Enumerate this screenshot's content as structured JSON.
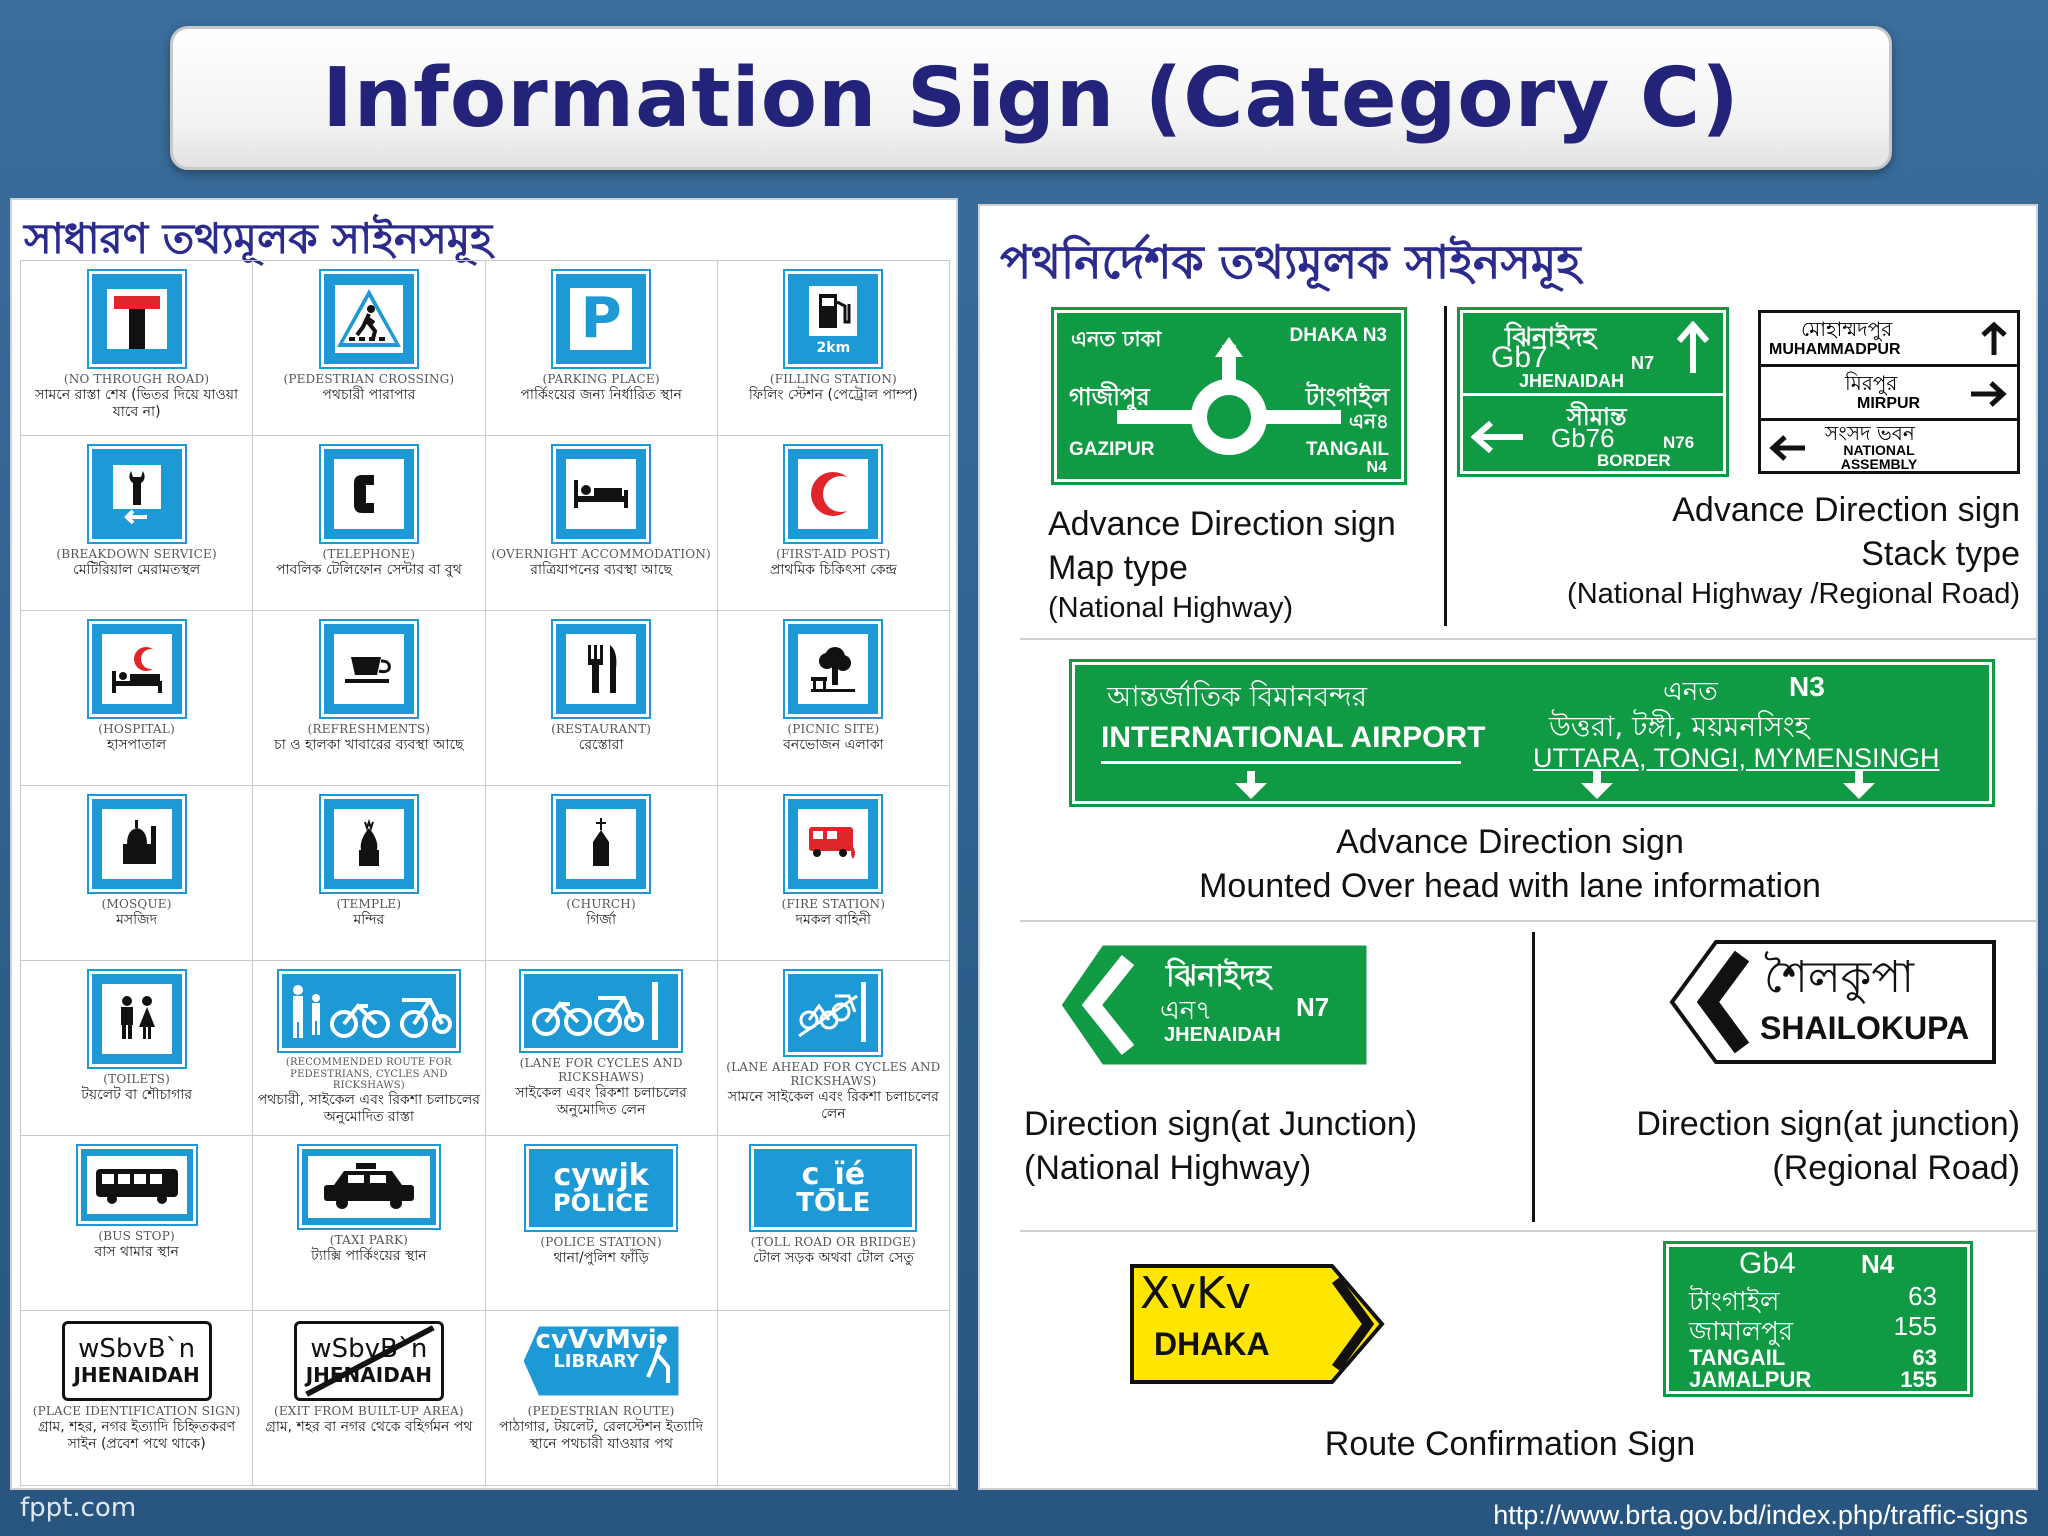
{
  "title": "Information Sign (Category C)",
  "left": {
    "heading": "সাধারণ তথ্যমূলক সাইনসমূহ",
    "signs": [
      {
        "en": "(NO THROUGH ROAD)",
        "bn": "সামনে রাস্তা শেষ (ভিতর দিয়ে যাওয়া যাবে না)",
        "icon": "no-through-road-icon"
      },
      {
        "en": "(PEDESTRIAN CROSSING)",
        "bn": "পথচারী পারাপার",
        "icon": "pedestrian-crossing-icon"
      },
      {
        "en": "(PARKING PLACE)",
        "bn": "পার্কিংয়ের জন্য নির্ধারিত স্থান",
        "icon": "parking-icon",
        "glyph": "P"
      },
      {
        "en": "(FILLING STATION)",
        "bn": "ফিলিং স্টেশন (পেট্রোল পাম্প)",
        "icon": "fuel-pump-icon",
        "sub": "2km"
      },
      {
        "en": "(BREAKDOWN SERVICE)",
        "bn": "মেটিরিয়াল মেরামতস্থল",
        "icon": "wrench-icon"
      },
      {
        "en": "(TELEPHONE)",
        "bn": "পাবলিক টেলিফোন সেন্টার বা বুথ",
        "icon": "telephone-icon"
      },
      {
        "en": "(OVERNIGHT ACCOMMODATION)",
        "bn": "রাত্রিযাপনের ব্যবস্থা আছে",
        "icon": "bed-icon"
      },
      {
        "en": "(FIRST-AID POST)",
        "bn": "প্রাথমিক চিকিৎসা কেন্দ্র",
        "icon": "red-crescent-icon"
      },
      {
        "en": "(HOSPITAL)",
        "bn": "হাসপাতাল",
        "icon": "hospital-icon"
      },
      {
        "en": "(REFRESHMENTS)",
        "bn": "চা ও হালকা খাবারের ব্যবস্থা আছে",
        "icon": "coffee-cup-icon"
      },
      {
        "en": "(RESTAURANT)",
        "bn": "রেস্তোরা",
        "icon": "fork-knife-icon"
      },
      {
        "en": "(PICNIC SITE)",
        "bn": "বনভোজন এলাকা",
        "icon": "tree-icon"
      },
      {
        "en": "(MOSQUE)",
        "bn": "মসজিদ",
        "icon": "mosque-icon"
      },
      {
        "en": "(TEMPLE)",
        "bn": "মন্দির",
        "icon": "temple-icon"
      },
      {
        "en": "(CHURCH)",
        "bn": "গির্জা",
        "icon": "church-icon"
      },
      {
        "en": "(FIRE STATION)",
        "bn": "দমকল বাহিনী",
        "icon": "fire-truck-icon"
      },
      {
        "en": "(TOILETS)",
        "bn": "টয়লেট বা শৌচাগার",
        "icon": "toilets-icon"
      },
      {
        "en": "(RECOMMENDED ROUTE FOR PEDESTRIANS, CYCLES AND RICKSHAWS)",
        "bn": "পথচারী, সাইকেল এবং রিকশা চলাচলের অনুমোদিত রাস্তা",
        "icon": "pedestrian-cycle-rickshaw-icon"
      },
      {
        "en": "(LANE FOR CYCLES AND RICKSHAWS)",
        "bn": "সাইকেল এবং রিকশা চলাচলের অনুমোদিত লেন",
        "icon": "cycle-lane-icon"
      },
      {
        "en": "(LANE AHEAD FOR CYCLES AND RICKSHAWS)",
        "bn": "সামনে সাইকেল এবং রিকশা চলাচলের লেন",
        "icon": "cycle-lane-ahead-icon"
      },
      {
        "en": "(BUS STOP)",
        "bn": "বাস থামার স্থান",
        "icon": "bus-icon"
      },
      {
        "en": "(TAXI PARK)",
        "bn": "ট্যাক্সি পার্কিংয়ের স্থান",
        "icon": "taxi-icon"
      },
      {
        "en": "(POLICE STATION)",
        "bn": "থানা/পুলিশ ফাঁড়ি",
        "icon": "police-icon",
        "t1": "cywjk",
        "t2": "POLICE"
      },
      {
        "en": "(TOLL ROAD OR BRIDGE)",
        "bn": "টোল সড়ক অথবা টোল সেতু",
        "icon": "toll-icon",
        "t1": "c_ïé",
        "t2": "TOLE"
      },
      {
        "en": "(PLACE IDENTIFICATION SIGN)",
        "bn": "গ্রাম, শহর, নগর ইত্যাদি চিহ্নিতকরণ সাইন (প্রবেশ পথে থাকে)",
        "icon": "place-identification-icon",
        "t1": "wSbvB`n",
        "t2": "JHENAIDAH"
      },
      {
        "en": "(EXIT FROM BUILT-UP AREA)",
        "bn": "গ্রাম, শহর বা নগর থেকে বহির্গমন পথ",
        "icon": "exit-built-up-area-icon",
        "t1": "wSbvB`n",
        "t2": "JHENAIDAH"
      },
      {
        "en": "(PEDESTRIAN ROUTE)",
        "bn": "পাঠাগার, টয়লেট, রেলস্টেশন ইত্যাদি স্থানে পথচারী যাওয়ার পথ",
        "icon": "pedestrian-route-icon",
        "t1": "cvVvMvi",
        "t2": "LIBRARY"
      }
    ]
  },
  "right": {
    "heading": "পথনির্দেশক তথ্যমূলক সাইনসমূহ",
    "map_sign": {
      "tl_bn": "এনত ঢাকা",
      "tr": "DHAKA N3",
      "ml_bn": "গাজীপুর",
      "mr_bn": "টাংগাইল",
      "mr2_bn": "এন৪",
      "bl": "GAZIPUR",
      "br": "TANGAIL",
      "br2": "N4"
    },
    "map_caption": {
      "line1": "Advance Direction sign",
      "line2": "Map type",
      "line3": "(National Highway)"
    },
    "stack_green": {
      "top_bn": "ঝিনাইদহ",
      "top_code": "Gb7",
      "top_n": "N7",
      "top_en": "JHENAIDAH",
      "bot_bn": "সীমান্ত",
      "bot_code": "Gb76",
      "bot_n": "N76",
      "bot_en": "BORDER"
    },
    "stack_white": {
      "r1_bn": "মোহাম্মদপুর",
      "r1_en": "MUHAMMADPUR",
      "r2_bn": "মিরপুর",
      "r2_en": "MIRPUR",
      "r3_bn": "সংসদ ভবন",
      "r3_en": "NATIONAL ASSEMBLY"
    },
    "stack_caption": {
      "line1": "Advance Direction sign",
      "line2": "Stack type",
      "line3": "(National Highway /Regional Road)"
    },
    "overhead": {
      "left_bn": "আন্তর্জাতিক বিমানবন্দর",
      "left_en": "INTERNATIONAL AIRPORT",
      "right_code_bn": "এনত",
      "right_code": "N3",
      "right_bn": "উত্তরা, টঙ্গী, ময়মনসিংহ",
      "right_en": "UTTARA, TONGI, MYMENSINGH"
    },
    "overhead_caption": {
      "line1": "Advance Direction sign",
      "line2": "Mounted Over head with lane information"
    },
    "junction_nh": {
      "bn": "ঝিনাইদহ",
      "code_bn": "এন৭",
      "code": "N7",
      "en": "JHENAIDAH"
    },
    "junction_nh_caption": {
      "line1": "Direction sign(at Junction)",
      "line2": "(National Highway)"
    },
    "junction_rr": {
      "bn": "শৈলকুপা",
      "en": "SHAILOKUPA"
    },
    "junction_rr_caption": {
      "line1": "Direction sign(at junction)",
      "line2": "(Regional Road)"
    },
    "yellow": {
      "t1": "XvKv",
      "t2": "DHAKA"
    },
    "route": {
      "code": "Gb4",
      "n": "N4",
      "rows": [
        {
          "name_bn": "টাংগাইল",
          "km": "63"
        },
        {
          "name_bn": "জামালপুর",
          "km": "155"
        },
        {
          "name": "TANGAIL",
          "km": "63"
        },
        {
          "name": "JAMALPUR",
          "km": "155"
        }
      ]
    },
    "route_caption": "Route Confirmation Sign"
  },
  "footer": {
    "left": "fppt.com",
    "right": "http://www.brta.gov.bd/index.php/traffic-signs"
  },
  "colors": {
    "sign_blue": "#1d9ad6",
    "sign_green": "#119a44",
    "title_navy": "#23237a",
    "heading_blue": "#2b2b8e",
    "yellow": "#ffe600"
  }
}
